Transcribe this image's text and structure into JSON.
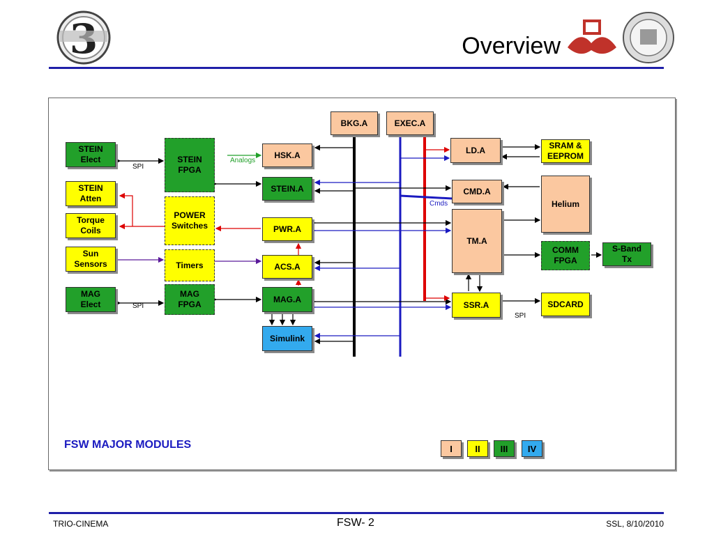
{
  "header": {
    "title": "Overview"
  },
  "diagram": {
    "boxes": {
      "bkg": "BKG.A",
      "exec": "EXEC.A",
      "stein_elect": "STEIN\nElect",
      "stein_atten": "STEIN\nAtten",
      "torque": "Torque\nCoils",
      "sun": "Sun\nSensors",
      "mag_elect": "MAG\nElect",
      "stein_fpga": "STEIN\nFPGA",
      "power": "POWER\nSwitches",
      "timers": "Timers",
      "mag_fpga": "MAG\nFPGA",
      "hsk": "HSK.A",
      "stein_a": "STEIN.A",
      "pwr": "PWR.A",
      "acs": "ACS.A",
      "mag_a": "MAG.A",
      "simulink": "Simulink",
      "ld": "LD.A",
      "cmd": "CMD.A",
      "tm": "TM.A",
      "ssr": "SSR.A",
      "sram": "SRAM &\nEEPROM",
      "helium": "Helium",
      "comm": "COMM\nFPGA",
      "sband": "S-Band\nTx",
      "sdcard": "SDCARD"
    },
    "labels": {
      "spi1": "SPI",
      "spi2": "SPI",
      "spi3": "SPI",
      "analogs": "Analogs",
      "cmds": "Cmds"
    },
    "caption": "FSW MAJOR MODULES",
    "legend": [
      "I",
      "II",
      "III",
      "IV"
    ]
  },
  "colors": {
    "peach": "#fbc8a0",
    "green": "#22a02a",
    "yellow": "#ffff00",
    "blue": "#33aaee",
    "accent_blue": "#1a1ac0",
    "red": "#dd0000"
  },
  "footer": {
    "left": "TRIO-CINEMA",
    "center": "FSW- 2",
    "right": "SSL, 8/10/2010"
  }
}
